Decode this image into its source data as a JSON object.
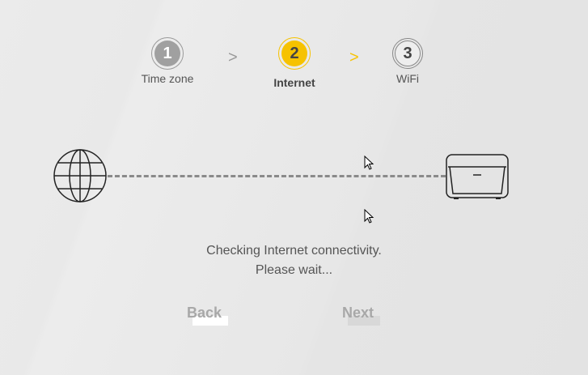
{
  "steps": [
    {
      "number": "1",
      "label": "Time zone",
      "state": "done"
    },
    {
      "number": "2",
      "label": "Internet",
      "state": "active"
    },
    {
      "number": "3",
      "label": "WiFi",
      "state": "pending"
    }
  ],
  "separators": [
    ">",
    ">"
  ],
  "status": {
    "line1": "Checking Internet connectivity.",
    "line2": "Please wait..."
  },
  "buttons": {
    "back": "Back",
    "next": "Next"
  },
  "colors": {
    "accent": "#f6c200",
    "done": "#a0a0a0"
  }
}
